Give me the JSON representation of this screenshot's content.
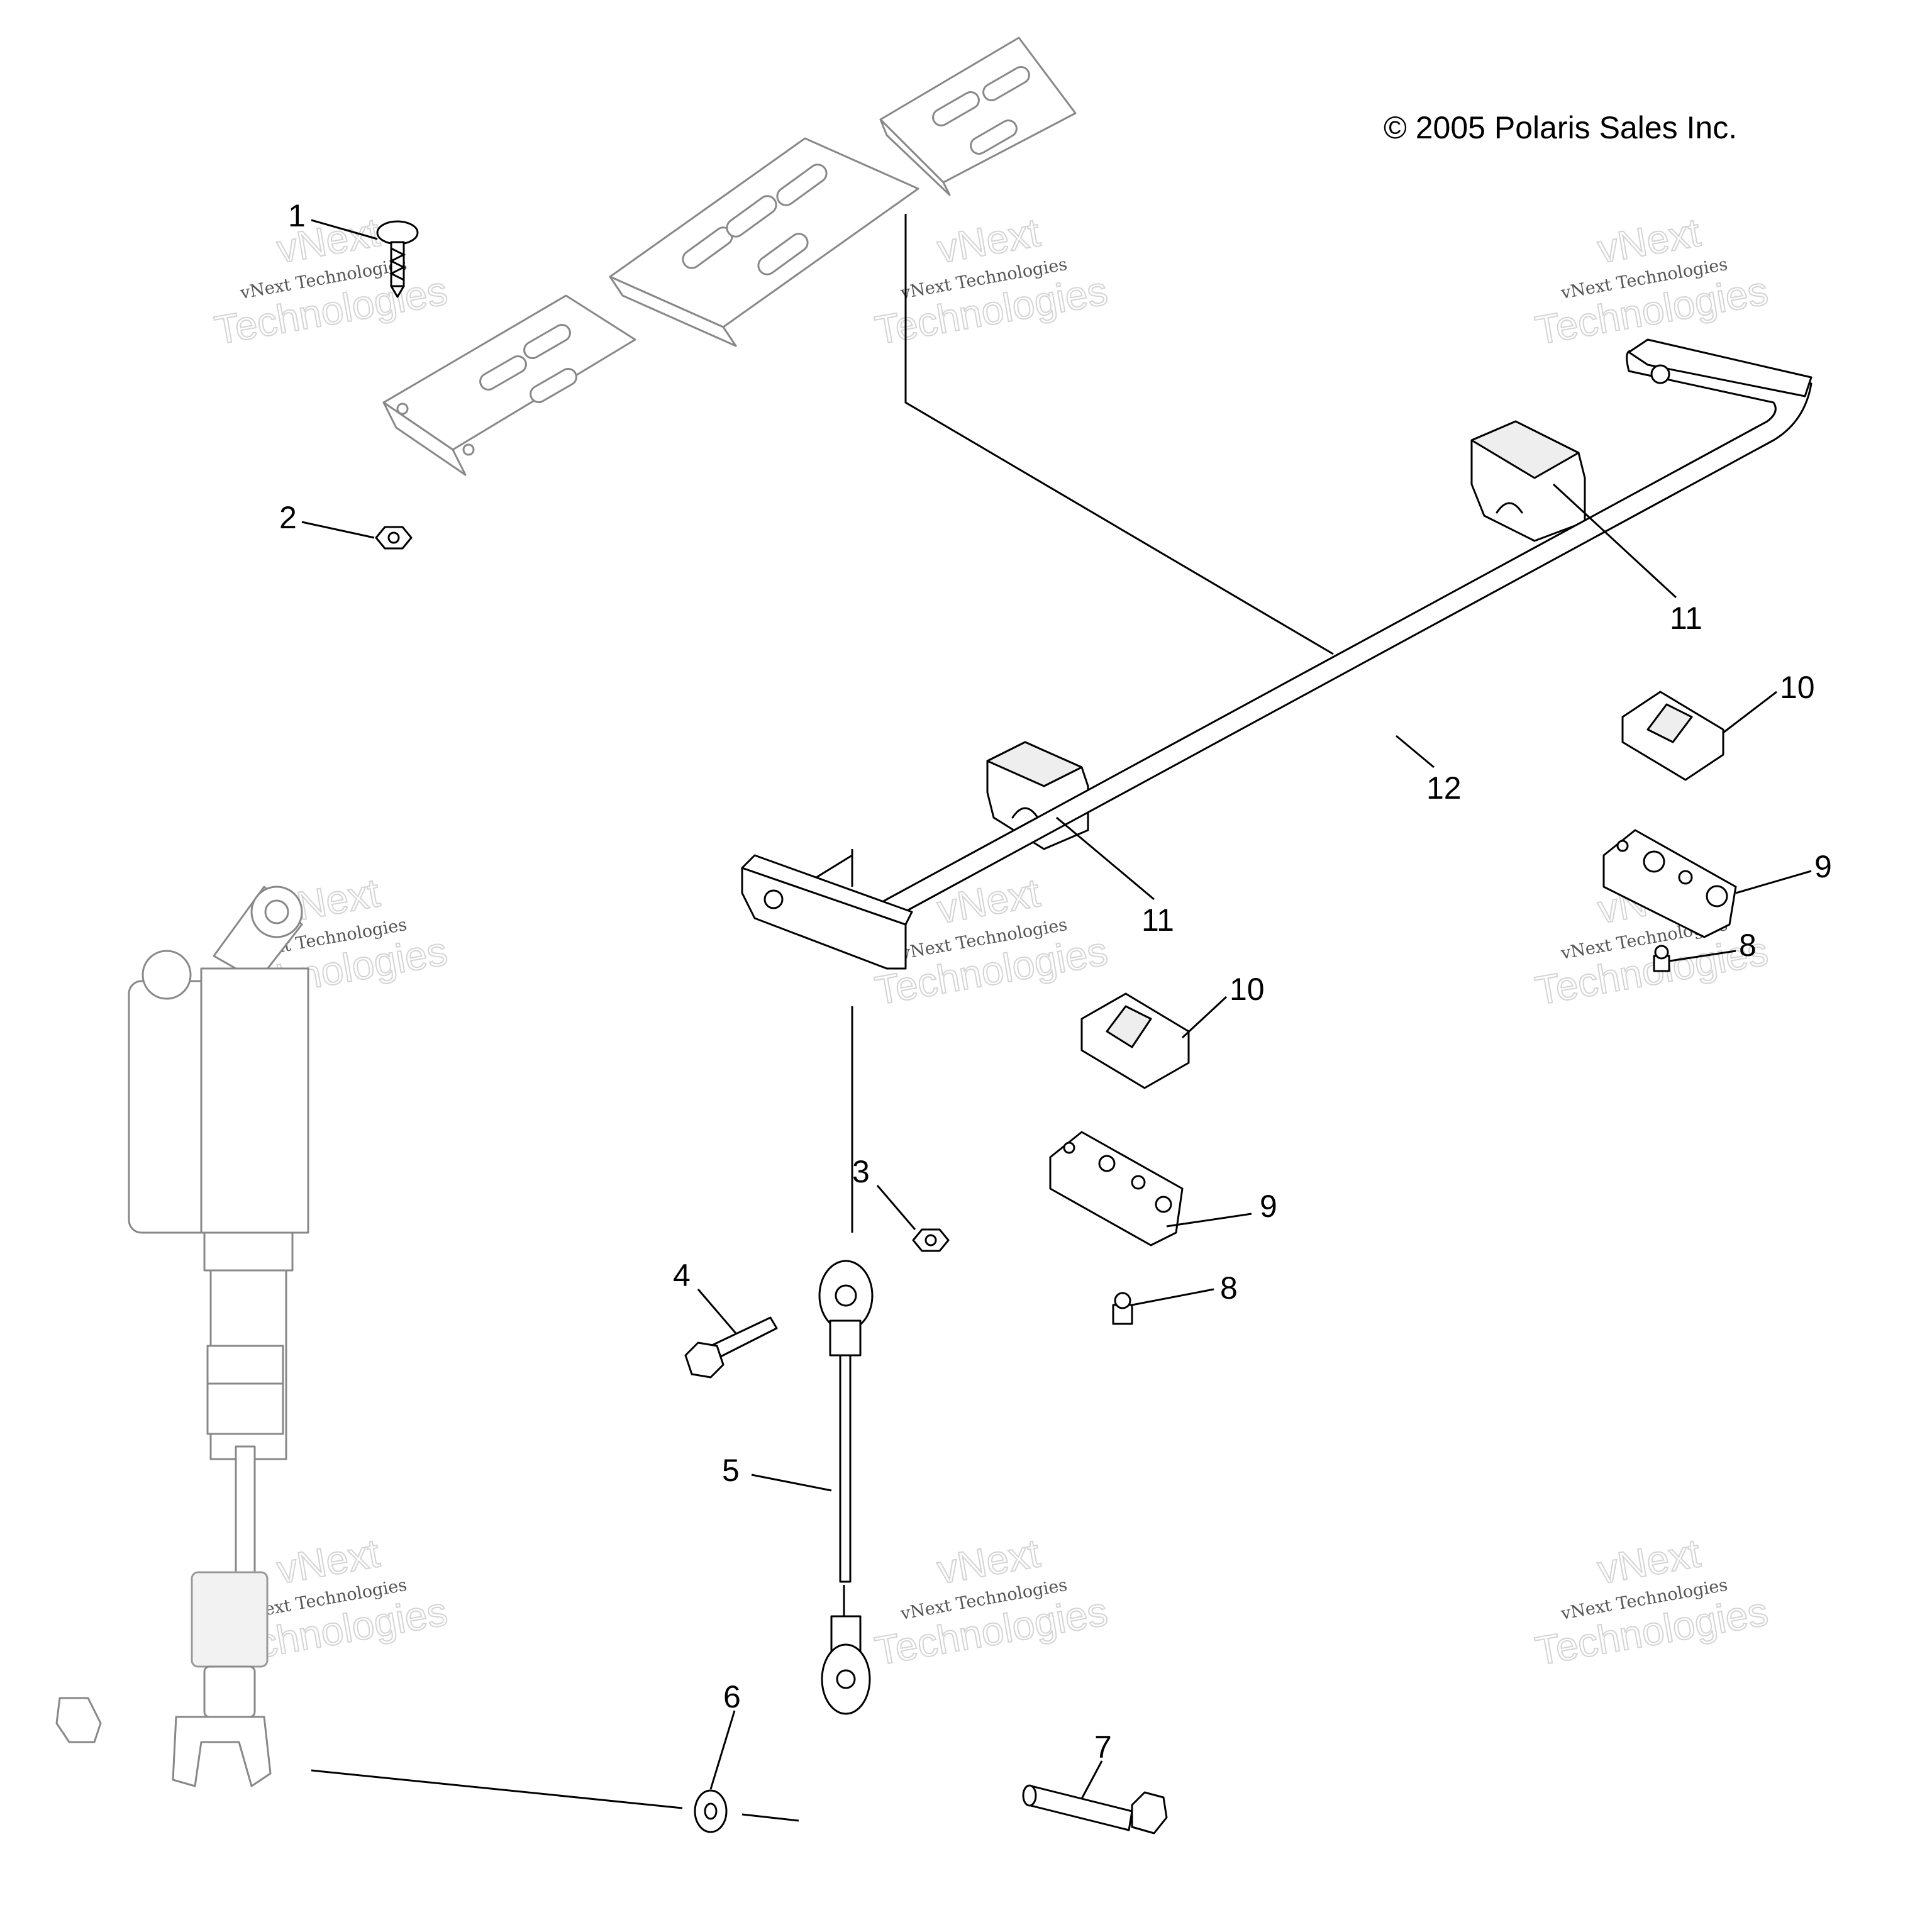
{
  "copyright": "© 2005 Polaris Sales Inc.",
  "callouts": {
    "c1": "1",
    "c2": "2",
    "c3": "3",
    "c4": "4",
    "c5": "5",
    "c6": "6",
    "c7": "7",
    "c8a": "8",
    "c8b": "8",
    "c9a": "9",
    "c9b": "9",
    "c10a": "10",
    "c10b": "10",
    "c11a": "11",
    "c11b": "11",
    "c12": "12"
  },
  "watermark": {
    "line1": "vNext Technologies",
    "line2": "Technologies",
    "line3": "vNext"
  }
}
